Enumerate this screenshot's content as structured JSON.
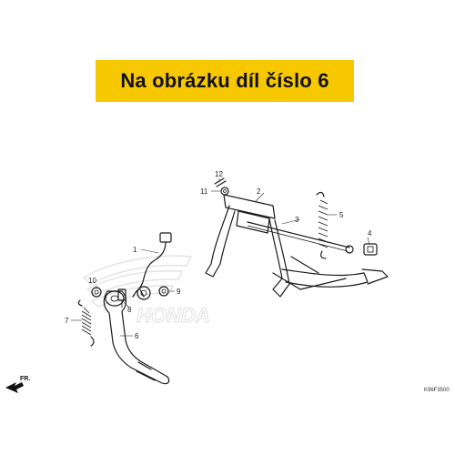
{
  "banner": {
    "text": "Na obrázku díl číslo 6"
  },
  "callouts": [
    "1",
    "2",
    "3",
    "4",
    "5",
    "6",
    "7",
    "8",
    "9",
    "10",
    "11",
    "12"
  ],
  "watermark": {
    "brand": "HONDA",
    "color": "#dddddd"
  },
  "direction_label": "FR.",
  "diagram_code": "K96F3500",
  "colors": {
    "banner_bg": "#f7c800",
    "ink": "#1a1a1a"
  }
}
